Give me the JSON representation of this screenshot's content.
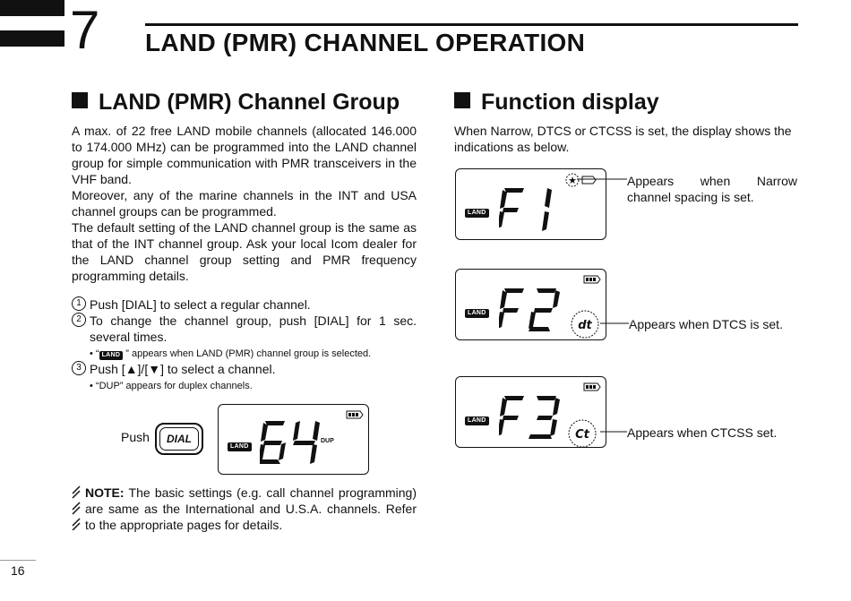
{
  "header": {
    "chapter_number": "7",
    "chapter_title": "LAND (PMR) CHANNEL OPERATION"
  },
  "left": {
    "heading": "LAND (PMR) Channel Group",
    "paragraphs": [
      "A max. of 22 free LAND mobile channels (allocated 146.000 to 174.000 MHz) can be programmed into the LAND channel group for simple communication with PMR transceivers in the VHF band.",
      "Moreover, any of the marine channels in the INT and USA channel groups can be programmed.",
      "The default setting of the LAND channel group is the same as that of the INT channel group. Ask your local Icom dealer for the LAND channel group setting and PMR frequency programming details."
    ],
    "steps": [
      {
        "num": "1",
        "text": "Push [DIAL] to select a regular channel."
      },
      {
        "num": "2",
        "text": "To change the channel group, push [DIAL] for 1 sec. several times."
      },
      {
        "num": "3",
        "text": "Push [▲]/[▼] to select a channel."
      }
    ],
    "bullet_land_prefix": "• “",
    "bullet_land_suffix": " ” appears when LAND (PMR) channel group is selected.",
    "bullet_dup": "• “DUP” appears for duplex channels.",
    "push_label": "Push",
    "dial_label": "DIAL",
    "lcd_channel": "64",
    "lcd_dup": "DUP",
    "note_label": "NOTE:",
    "note_text": " The basic settings (e.g. call channel programming) are same as the International and U.S.A. channels. Refer to the appropriate pages for details."
  },
  "right": {
    "heading": "Function display",
    "intro": "When Narrow, DTCS or CTCSS is set, the display shows the indications as below.",
    "panels": [
      {
        "digits": "F1",
        "callout": "Appears when Narrow channel spacing is set."
      },
      {
        "digits": "F2",
        "indicator": "dt",
        "callout": "Appears when DTCS is set."
      },
      {
        "digits": "F3",
        "indicator": "Ct",
        "callout": "Appears when CTCSS set."
      }
    ]
  },
  "land_badge": "LAND",
  "page_number": "16"
}
